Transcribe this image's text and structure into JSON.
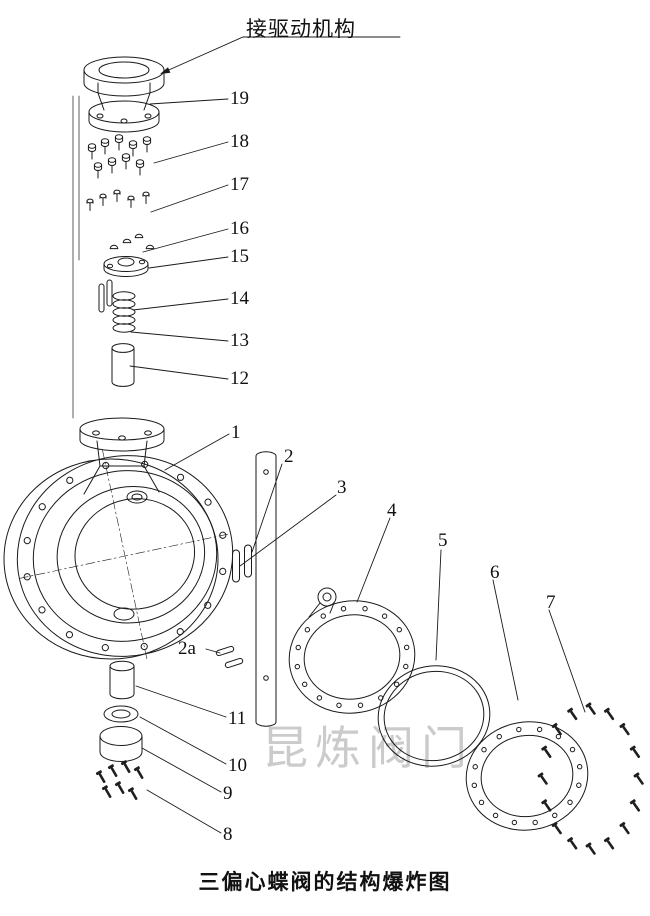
{
  "diagram": {
    "top_label": "接驱动机构",
    "caption": "三偏心蝶阀的结构爆炸图",
    "watermark": "昆炼阀门",
    "part_labels": [
      "19",
      "18",
      "17",
      "16",
      "15",
      "14",
      "13",
      "12",
      "1",
      "2",
      "3",
      "4",
      "5",
      "6",
      "7",
      "2a",
      "11",
      "10",
      "9",
      "8"
    ]
  }
}
